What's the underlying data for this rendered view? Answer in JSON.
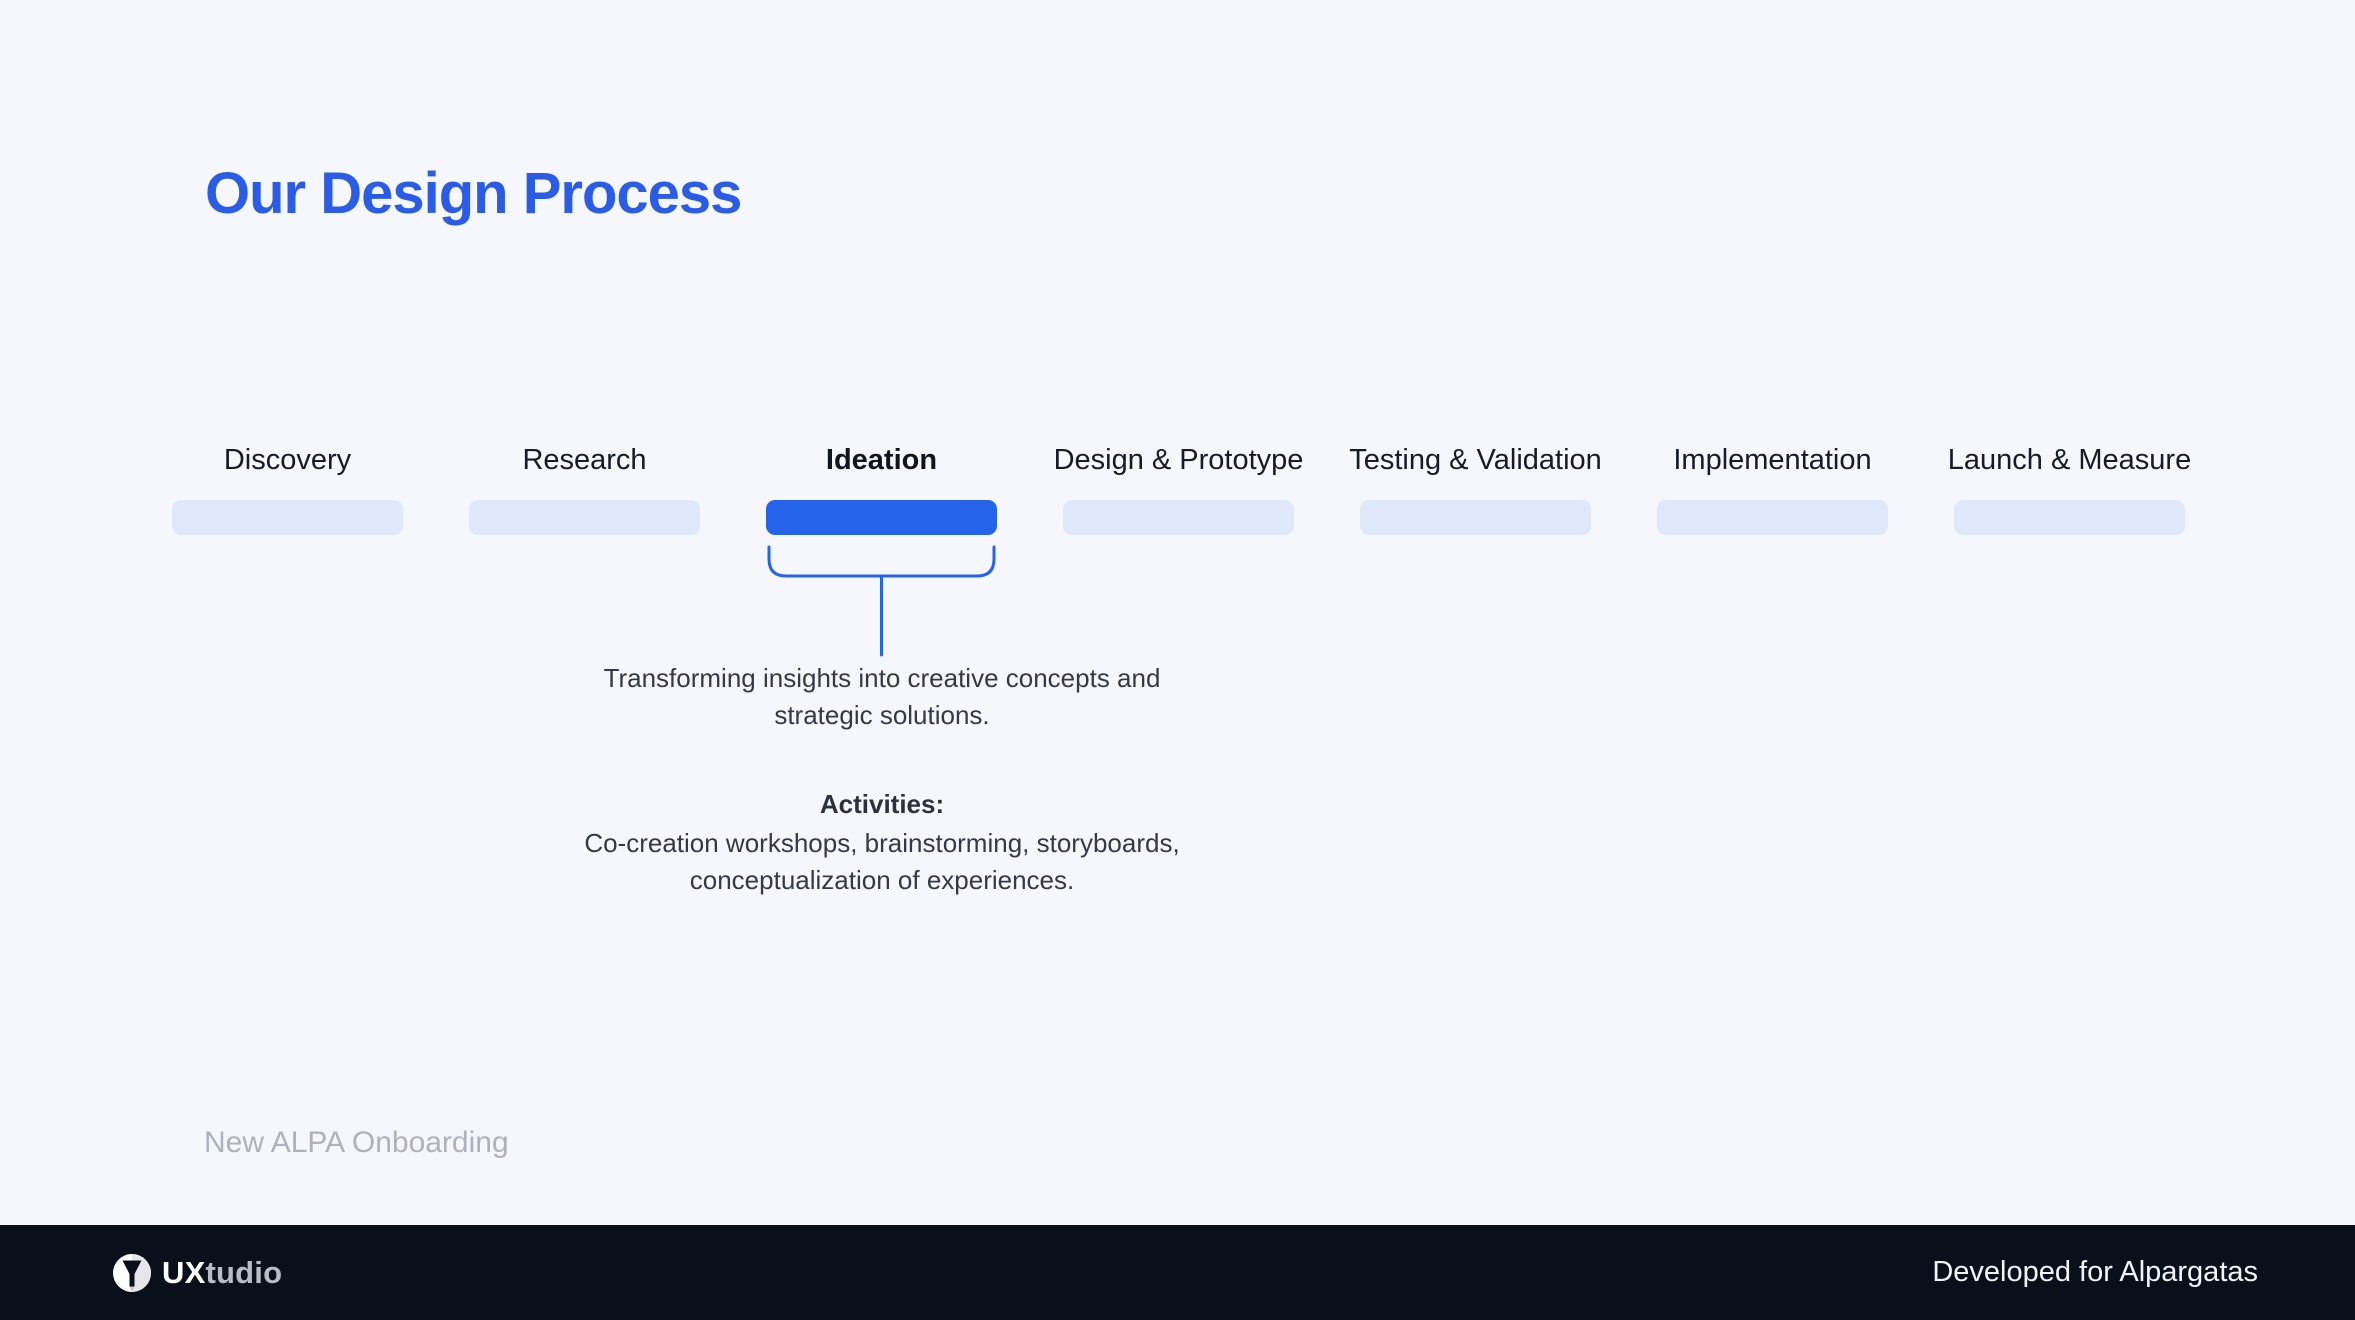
{
  "slide": {
    "title": "Our Design Process",
    "project_label": "New ALPA Onboarding"
  },
  "process": {
    "stages": [
      {
        "label": "Discovery",
        "active": false
      },
      {
        "label": "Research",
        "active": false
      },
      {
        "label": "Ideation",
        "active": true
      },
      {
        "label": "Design & Prototype",
        "active": false
      },
      {
        "label": "Testing & Validation",
        "active": false
      },
      {
        "label": "Implementation",
        "active": false
      },
      {
        "label": "Launch & Measure",
        "active": false
      }
    ],
    "active_detail": {
      "stage": "Ideation",
      "description": "Transforming insights into creative concepts and strategic solutions.",
      "activities_heading": "Activities:",
      "activities_text": "Co-creation workshops, brainstorming, storyboards, conceptualization of experiences."
    }
  },
  "footer": {
    "logo": {
      "icon": "uxtudio-mark-icon",
      "text_primary": "UX",
      "text_secondary": "tudio"
    },
    "credit": "Developed for Alpargatas"
  },
  "colors": {
    "accent": "#2563eb",
    "inactive_bar": "#dfe7fb",
    "background": "#f6f7fc",
    "footer_background": "#0a101b",
    "title_blue": "#2b5ce6"
  }
}
